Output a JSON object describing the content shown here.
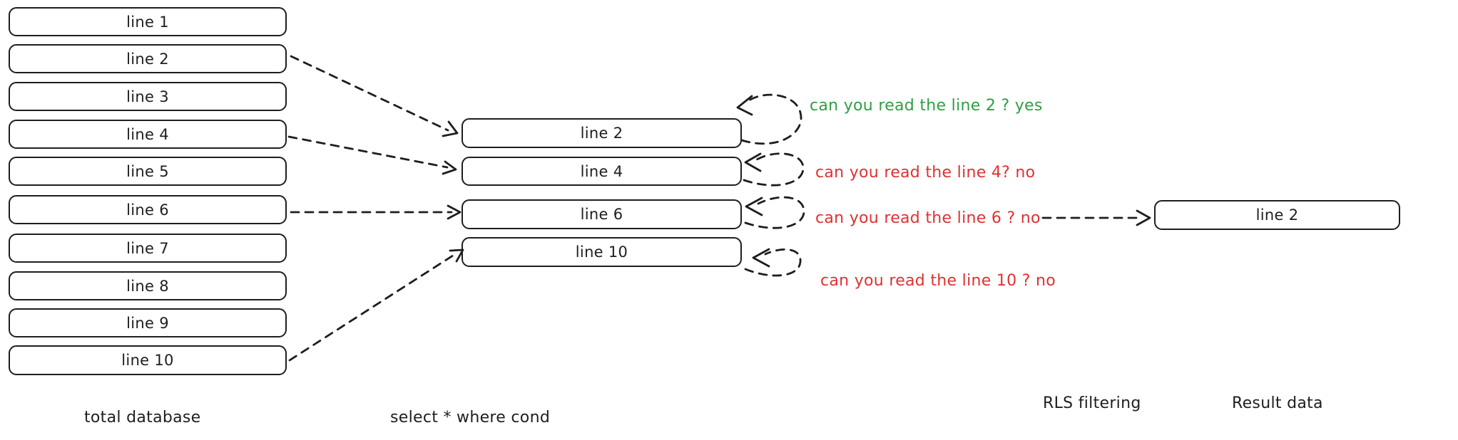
{
  "left_column": {
    "caption": "total database",
    "rows": [
      "line 1",
      "line 2",
      "line 3",
      "line 4",
      "line 5",
      "line 6",
      "line 7",
      "line 8",
      "line 9",
      "line 10"
    ]
  },
  "filtered_column": {
    "caption": "select * where cond",
    "rows": [
      "line 2",
      "line 4",
      "line 6",
      "line 10"
    ]
  },
  "result_column": {
    "caption": "Result data",
    "rows": [
      "line 2"
    ]
  },
  "rls_caption": "RLS filtering",
  "annotations": [
    {
      "text": "can you read the line 2 ? yes",
      "color": "#2f9e44"
    },
    {
      "text": "can you read the line 4? no",
      "color": "#e03131"
    },
    {
      "text": "can you read the line 6 ? no",
      "color": "#e03131"
    },
    {
      "text": "can you read the line 10 ? no",
      "color": "#e03131"
    }
  ],
  "colors": {
    "stroke": "#1e1e1e",
    "allowed": "#2f9e44",
    "denied": "#e03131",
    "background": "#ffffff"
  }
}
